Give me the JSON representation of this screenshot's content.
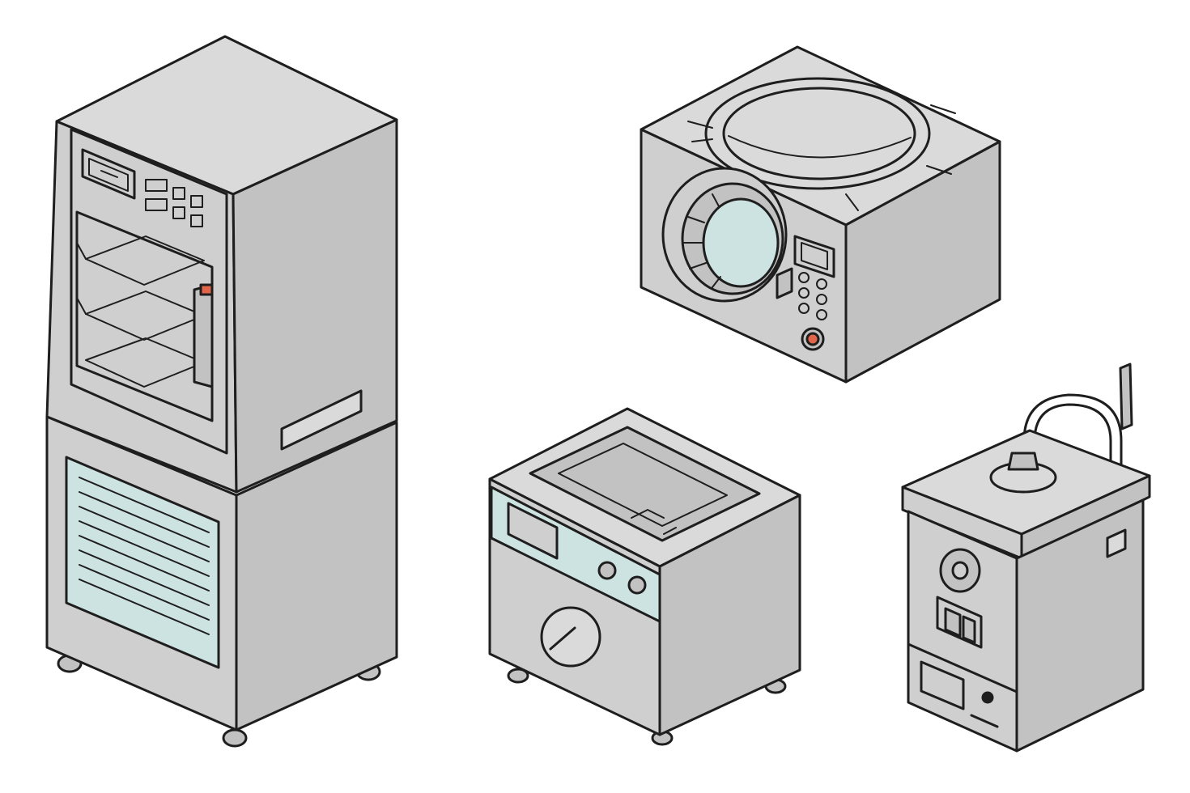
{
  "palette": {
    "metal_front": "#cfcfcf",
    "metal_side": "#c2c2c2",
    "metal_top": "#dadada",
    "glass": "#cde3e2",
    "accent": "#e0654a",
    "outline": "#1e1e1e"
  },
  "illustration": {
    "items": [
      {
        "id": "freeze-dryer",
        "icon": "freeze-dryer-icon"
      },
      {
        "id": "autoclave",
        "icon": "autoclave-icon"
      },
      {
        "id": "ultrasonic-bath",
        "icon": "ultrasonic-bath-icon"
      },
      {
        "id": "water-distiller",
        "icon": "water-distiller-icon"
      }
    ]
  }
}
